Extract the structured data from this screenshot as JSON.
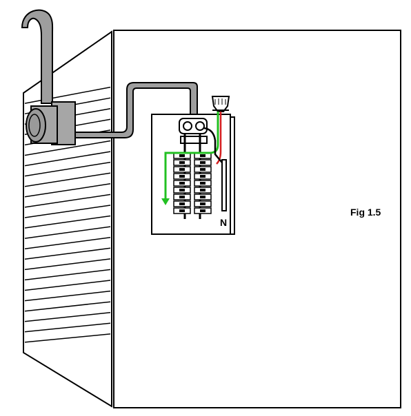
{
  "figure": {
    "caption": "Fig 1.5",
    "neutral_bar_label": "N",
    "colors": {
      "outline": "#000000",
      "conduit_fill": "#9e9e9e",
      "meter_fill": "#a6a6a6",
      "ground_wire": "#22c022",
      "hot_wire": "#d42020"
    },
    "breakers": {
      "columns": 2,
      "rows_per_column": 9
    }
  }
}
